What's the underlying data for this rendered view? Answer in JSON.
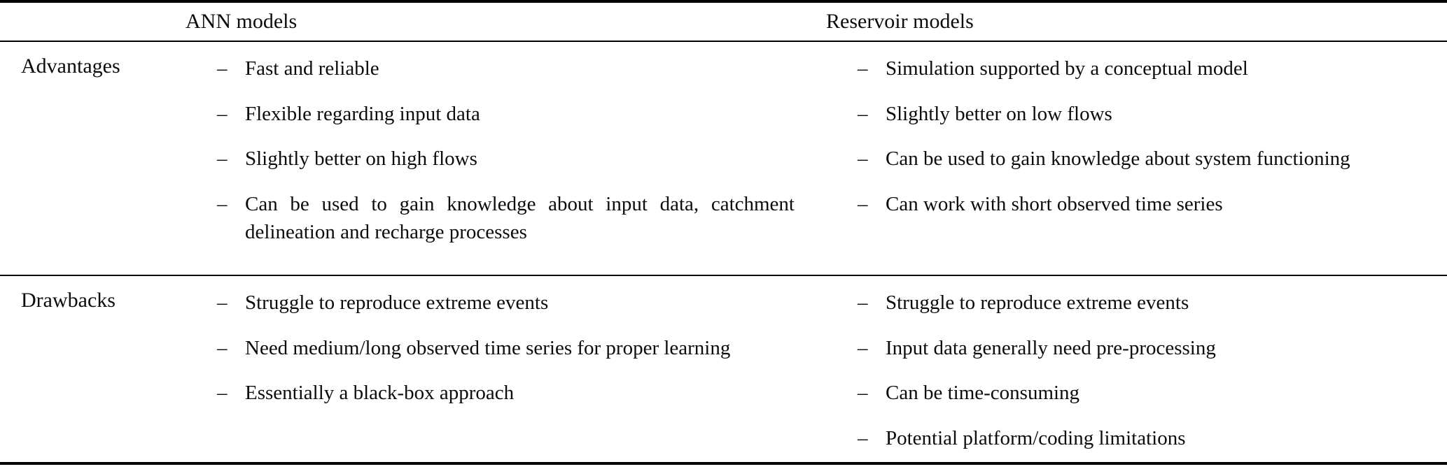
{
  "table": {
    "bullet": "–",
    "columns": {
      "row_label": "",
      "ann": "ANN models",
      "reservoir": "Reservoir models"
    },
    "rows": [
      {
        "label": "Advantages",
        "ann_items": [
          "Fast and reliable",
          "Flexible regarding input data",
          "Slightly better on high flows",
          "Can be used to gain knowledge about input data, catchment delineation and recharge processes"
        ],
        "reservoir_items": [
          "Simulation supported by a conceptual model",
          "Slightly better on low flows",
          "Can be used to gain knowledge about system functioning",
          "Can work with short observed time series"
        ]
      },
      {
        "label": "Drawbacks",
        "ann_items": [
          "Struggle to reproduce extreme events",
          "Need medium/long observed time series for proper learning",
          "Essentially a black-box approach"
        ],
        "reservoir_items": [
          "Struggle to reproduce extreme events",
          "Input data generally need pre-processing",
          "Can be time-consuming",
          "Potential platform/coding limitations"
        ]
      }
    ]
  }
}
